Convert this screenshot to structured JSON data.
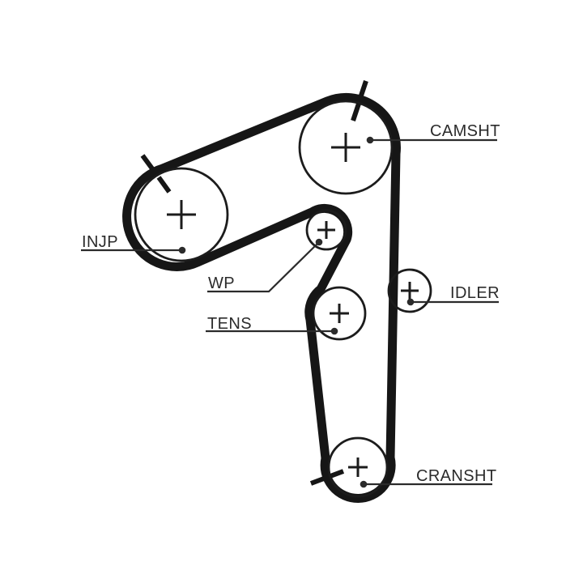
{
  "diagram": {
    "type": "timing-belt-routing",
    "background_color": "#ffffff",
    "line_color": "#161616",
    "label_color": "#2b2b2b",
    "labels": {
      "camsht": "CAMSHT",
      "injp": "INJP",
      "wp": "WP",
      "tens": "TENS",
      "idler": "IDLER",
      "cransht": "CRANSHT"
    }
  }
}
